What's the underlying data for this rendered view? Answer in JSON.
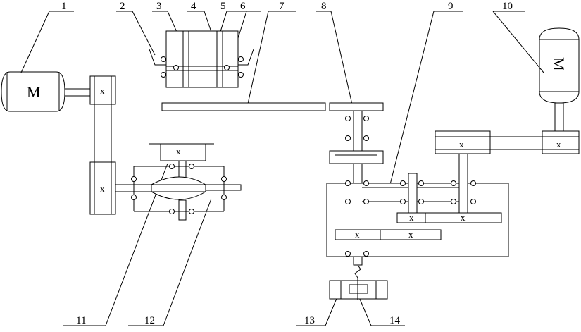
{
  "callouts": [
    "1",
    "2",
    "3",
    "4",
    "5",
    "6",
    "7",
    "8",
    "9",
    "10",
    "11",
    "12",
    "13",
    "14"
  ],
  "motors": {
    "left": "M",
    "right": "M"
  },
  "pulley_mark": "x"
}
